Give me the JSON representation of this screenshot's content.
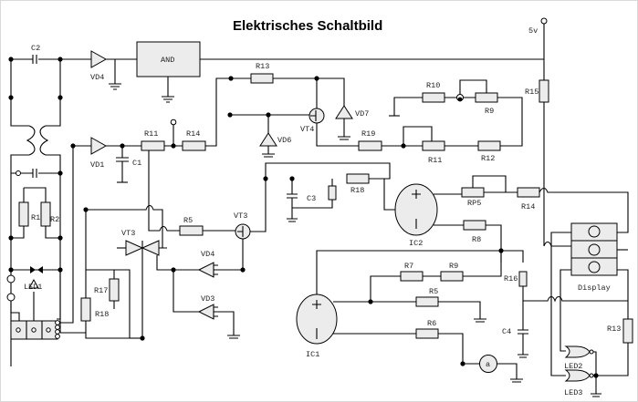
{
  "title": "Elektrisches Schaltbild",
  "supply": {
    "label": "5v"
  },
  "labels": {
    "C2": "C2",
    "VD4_top": "VD4",
    "AND": "AND",
    "R13_top": "R13",
    "VD7": "VD7",
    "VT4": "VT4",
    "VD6": "VD6",
    "R10": "R10",
    "R9_top": "R9",
    "R15": "R15",
    "R11_top": "R11",
    "R14_top": "R14",
    "VD1": "VD1",
    "C1": "C1",
    "R19": "R19",
    "R11_right": "R11",
    "R12": "R12",
    "R1": "R1",
    "R2": "R2",
    "VT3_left": "VT3",
    "R5_mid": "R5",
    "VT3_mid": "VT3",
    "C3": "C3",
    "R18_mid": "R18",
    "IC2": "IC2",
    "RP5": "RP5",
    "R14_right": "R14",
    "R8": "R8",
    "VD4_mid": "VD4",
    "VD3": "VD3",
    "LED1": "LED1",
    "R17": "R17",
    "R18_low": "R18",
    "R7": "R7",
    "R9_low": "R9",
    "R5_low": "R5",
    "R6": "R6",
    "R16": "R16",
    "C4": "C4",
    "IC1": "IC1",
    "Display": "Display",
    "R13_right": "R13",
    "LED2": "LED2",
    "LED3": "LED3",
    "meter": "a"
  },
  "colors": {
    "component_fill": "#ececec",
    "wire": "#000000",
    "background": "#ffffff"
  }
}
